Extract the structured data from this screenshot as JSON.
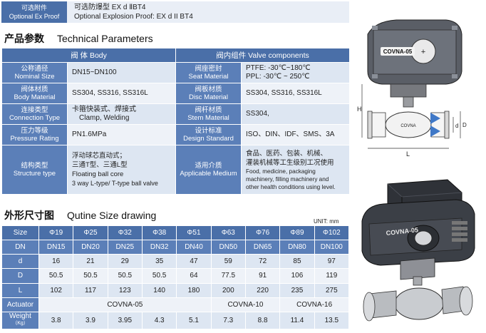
{
  "explosion": {
    "label_cn": "可选附件",
    "label_en": "Optional Ex Proof",
    "value_cn": "可选防爆型 EX d ⅡBT4",
    "value_en": "Optional Explosion Proof: EX d II BT4"
  },
  "tech_section": {
    "title_cn": "产品参数",
    "title_en": "Technical Parameters"
  },
  "tech_table": {
    "left_header": "阀 体 Body",
    "right_header": "阀内组件 Valve components",
    "rows": [
      {
        "l_cn": "公称通径",
        "l_en": "Nominal Size",
        "l_val": "DN15~DN100",
        "r_cn": "阀座密封",
        "r_en": "Seat Material",
        "r_val1": "PTFE: -30℃~180℃",
        "r_val2": "PPL: -30℃ ~ 250℃"
      },
      {
        "l_cn": "阀体材质",
        "l_en": "Body Material",
        "l_val": "SS304, SS316, SS316L",
        "r_cn": "阀板材质",
        "r_en": "Disc Material",
        "r_val1": "SS304, SS316, SS316L"
      },
      {
        "l_cn": "连接类型",
        "l_en": "Connection Type",
        "l_val1": "卡箍快装式、焊接式",
        "l_val2": "Clamp, Welding",
        "r_cn": "阀杆材质",
        "r_en": "Stem Material",
        "r_val1": "SS304,"
      },
      {
        "l_cn": "压力等级",
        "l_en": "Pressure Rating",
        "l_val": "PN1.6MPa",
        "r_cn": "设计标准",
        "r_en": "Design Standard",
        "r_val1": "ISO、DIN、IDF、SMS、3A"
      },
      {
        "l_cn": "结构类型",
        "l_en": "Structure type",
        "l_lines": [
          "浮动球芯直动式；",
          "三通T型、三通L型",
          "Floating ball core",
          "3 way L-type/ T-type ball valve"
        ],
        "r_cn": "适用介质",
        "r_en": "Applicable Medium",
        "r_lines": [
          "食品、医药、包装、机械、",
          "灌装机械等工生级别工况使用",
          "Food, medicine, packaging",
          "machinery, filling machinery and",
          "other health conditions using level."
        ]
      }
    ]
  },
  "size_section": {
    "title_cn": "外形尺寸图",
    "title_en": "Qutine Size drawing",
    "unit": "UNIT: mm"
  },
  "size_table": {
    "row_labels": {
      "size": "Size",
      "dn": "DN",
      "d": "d",
      "D": "D",
      "L": "L",
      "actuator": "Actuator",
      "weight_1": "Weight",
      "weight_2": "（Kg）"
    },
    "sizes": [
      "Φ19",
      "Φ25",
      "Φ32",
      "Φ38",
      "Φ51",
      "Φ63",
      "Φ76",
      "Φ89",
      "Φ102"
    ],
    "dn": [
      "DN15",
      "DN20",
      "DN25",
      "DN32",
      "DN40",
      "DN50",
      "DN65",
      "DN80",
      "DN100"
    ],
    "d": [
      "16",
      "21",
      "29",
      "35",
      "47",
      "59",
      "72",
      "85",
      "97"
    ],
    "D": [
      "50.5",
      "50.5",
      "50.5",
      "50.5",
      "64",
      "77.5",
      "91",
      "106",
      "119"
    ],
    "L": [
      "102",
      "117",
      "123",
      "140",
      "180",
      "200",
      "220",
      "235",
      "275"
    ],
    "actuators": [
      "COVNA-05",
      "COVNA-10",
      "COVNA-16"
    ],
    "weight": [
      "3.8",
      "3.9",
      "3.95",
      "4.3",
      "5.1",
      "7.3",
      "8.8",
      "11.4",
      "13.5"
    ]
  },
  "drawing_labels": {
    "brand_top": "COVNA-05",
    "brand_mid": "COVNA",
    "brand_photo": "COVNA-05",
    "H": "H",
    "L": "L",
    "d": "d",
    "D": "D"
  },
  "colors": {
    "header_blue": "#4a6fa8",
    "cell_light": "#dde6f2"
  }
}
